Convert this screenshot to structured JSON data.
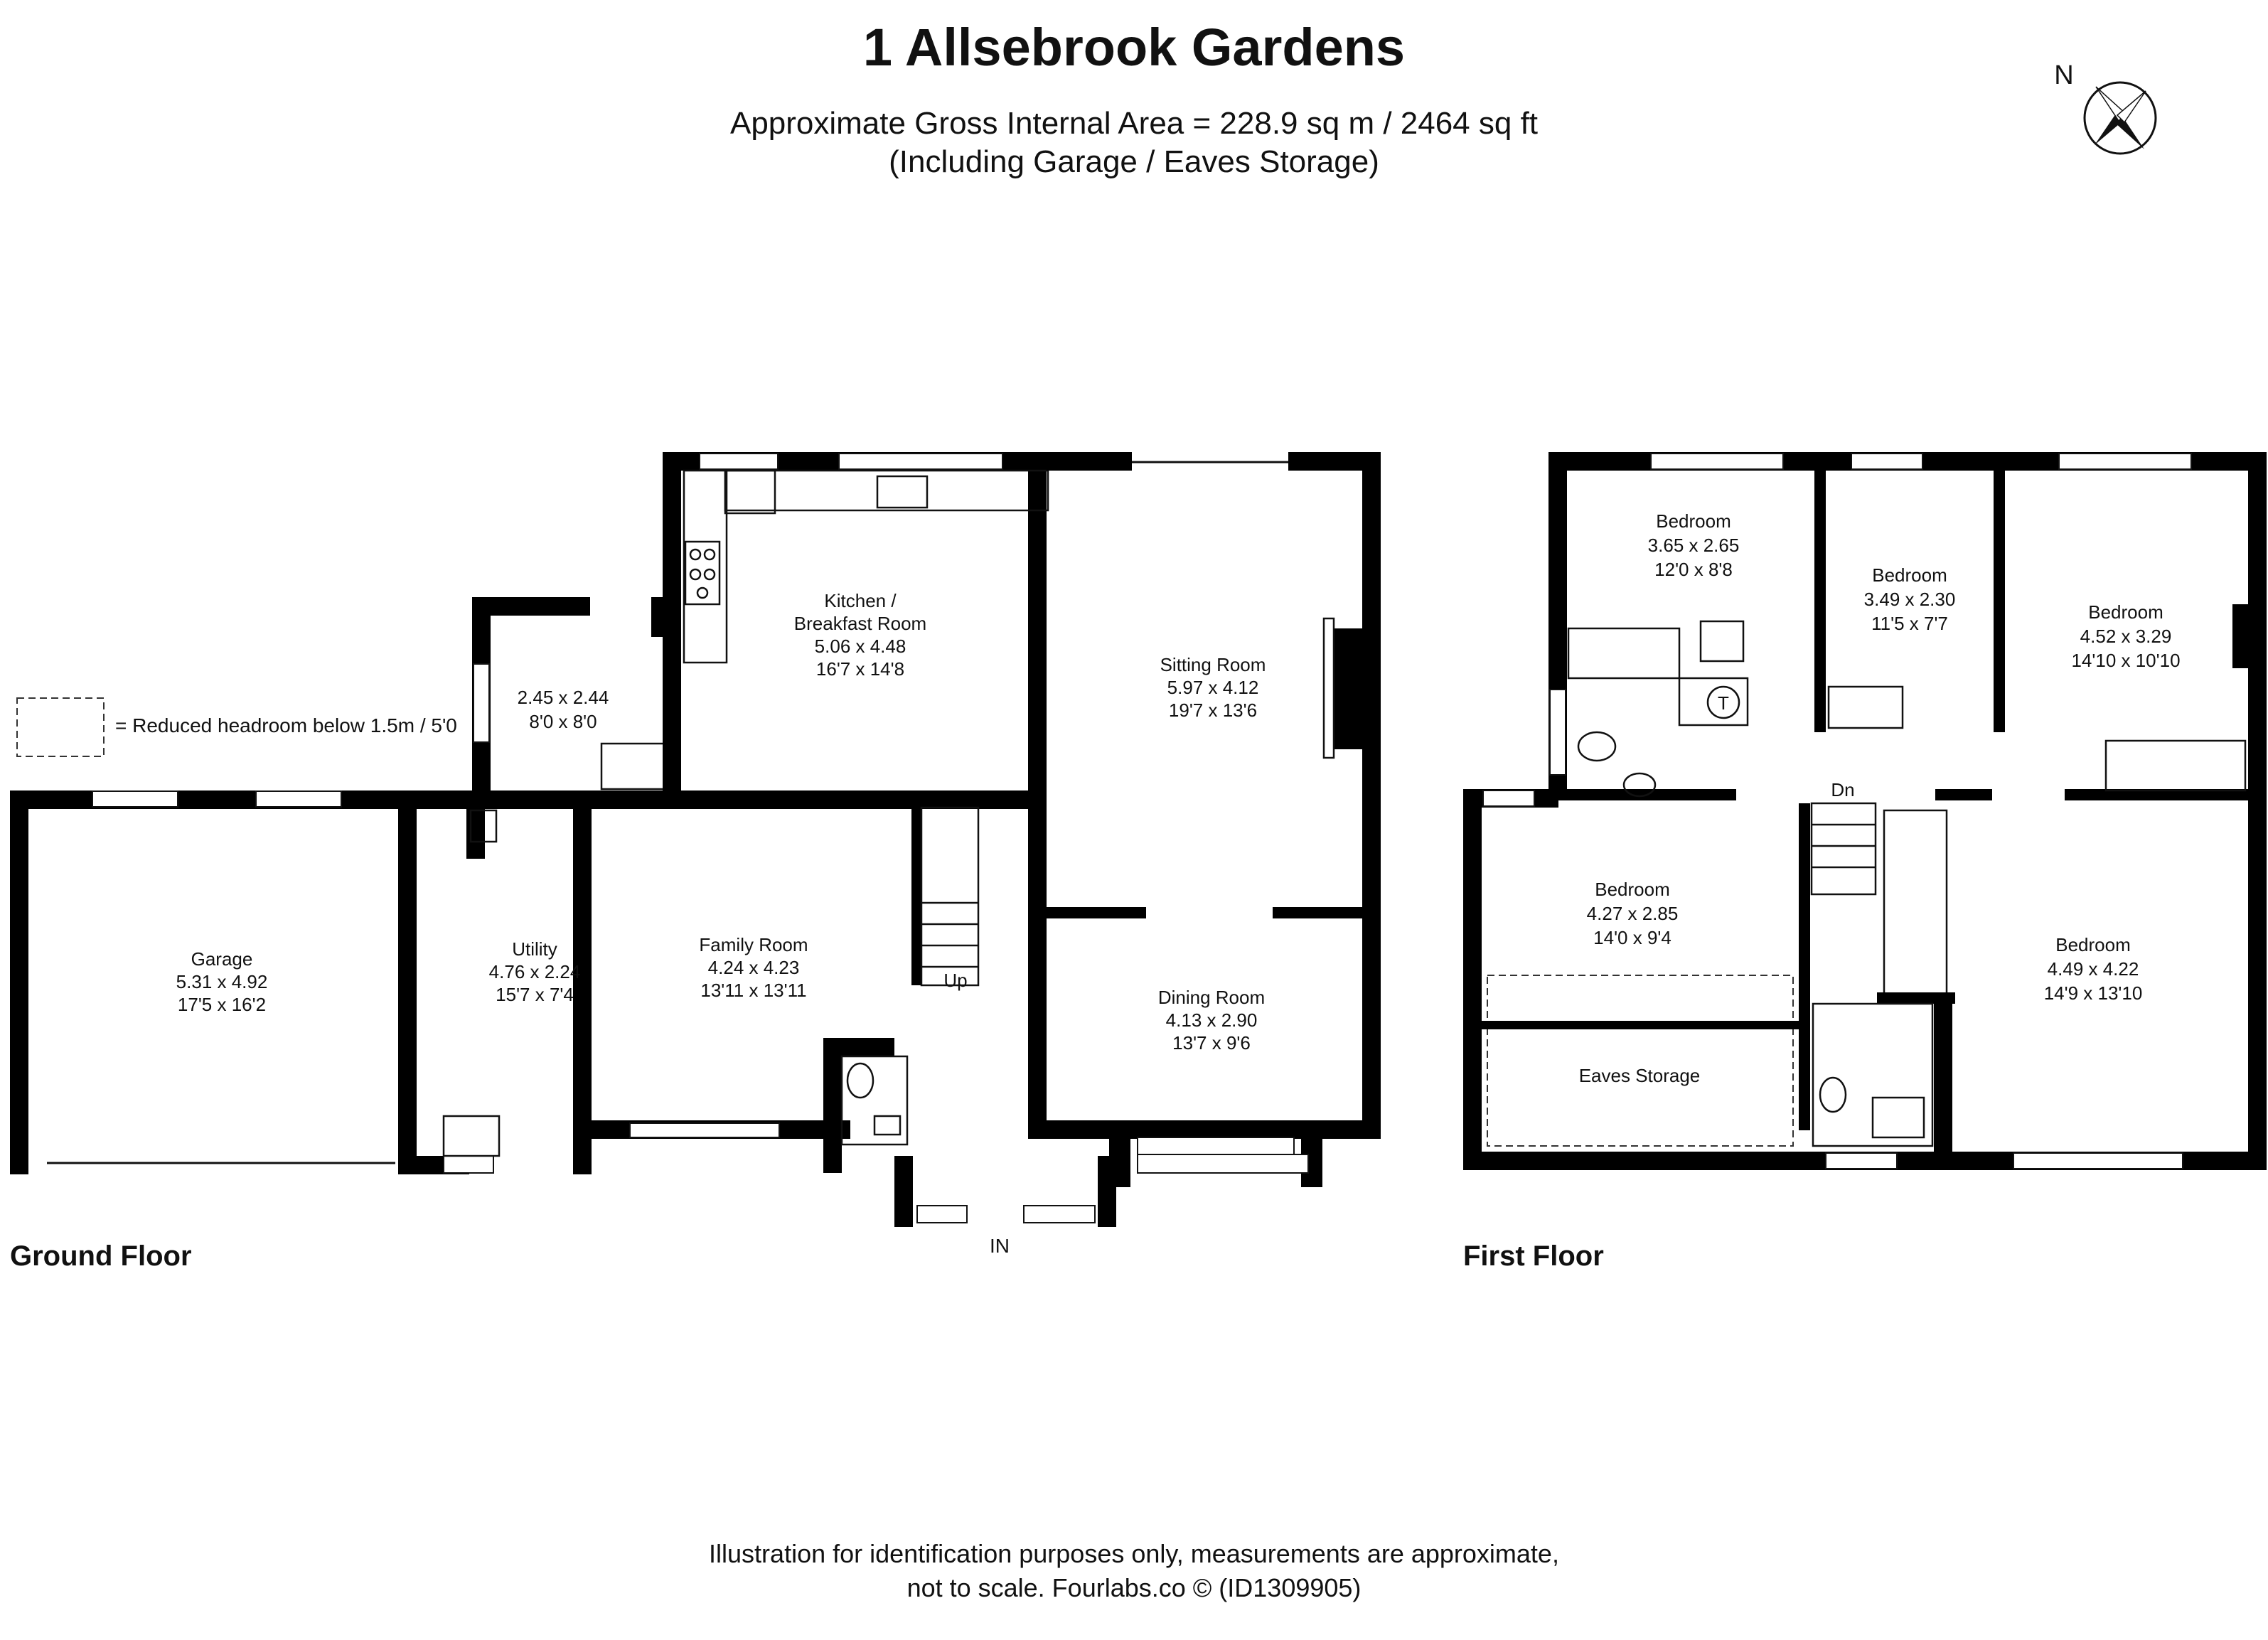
{
  "header": {
    "title": "1 Allsebrook Gardens",
    "area_line": "Approximate Gross Internal Area = 228.9 sq m / 2464 sq ft",
    "area_note": "(Including Garage / Eaves Storage)"
  },
  "compass": {
    "label": "N",
    "icon": "compass-rose-icon"
  },
  "legend": {
    "text": "= Reduced headroom below 1.5m / 5'0"
  },
  "ground_floor": {
    "label": "Ground Floor",
    "rooms": [
      {
        "id": "garage",
        "name": "Garage",
        "metric": "5.31 x 4.92",
        "imperial": "17'5 x 16'2"
      },
      {
        "id": "utility",
        "name": "Utility",
        "metric": "4.76 x 2.24",
        "imperial": "15'7 x 7'4"
      },
      {
        "id": "lobby",
        "name": "",
        "metric": "2.45 x 2.44",
        "imperial": "8'0 x 8'0"
      },
      {
        "id": "kitchen",
        "name": "Kitchen /",
        "name2": "Breakfast Room",
        "metric": "5.06 x 4.48",
        "imperial": "16'7 x 14'8"
      },
      {
        "id": "family",
        "name": "Family Room",
        "metric": "4.24 x 4.23",
        "imperial": "13'11 x 13'11"
      },
      {
        "id": "sitting",
        "name": "Sitting Room",
        "metric": "5.97 x 4.12",
        "imperial": "19'7 x 13'6"
      },
      {
        "id": "dining",
        "name": "Dining Room",
        "metric": "4.13 x 2.90",
        "imperial": "13'7 x 9'6"
      }
    ],
    "stairs_label": "Up",
    "entrance_label": "IN"
  },
  "first_floor": {
    "label": "First Floor",
    "rooms": [
      {
        "id": "bed1",
        "name": "Bedroom",
        "metric": "3.65 x 2.65",
        "imperial": "12'0 x 8'8"
      },
      {
        "id": "bed2",
        "name": "Bedroom",
        "metric": "3.49 x 2.30",
        "imperial": "11'5 x 7'7"
      },
      {
        "id": "bed3",
        "name": "Bedroom",
        "metric": "4.52 x 3.29",
        "imperial": "14'10 x 10'10"
      },
      {
        "id": "bed4",
        "name": "Bedroom",
        "metric": "4.27 x 2.85",
        "imperial": "14'0 x 9'4"
      },
      {
        "id": "bed5",
        "name": "Bedroom",
        "metric": "4.49 x 4.22",
        "imperial": "14'9 x 13'10"
      },
      {
        "id": "eaves",
        "name": "Eaves Storage"
      }
    ],
    "stairs_label": "Dn",
    "tank_label": "T"
  },
  "footer": {
    "line1": "Illustration for identification purposes only, measurements are approximate,",
    "line2": "not to scale. Fourlabs.co © (ID1309905)"
  }
}
